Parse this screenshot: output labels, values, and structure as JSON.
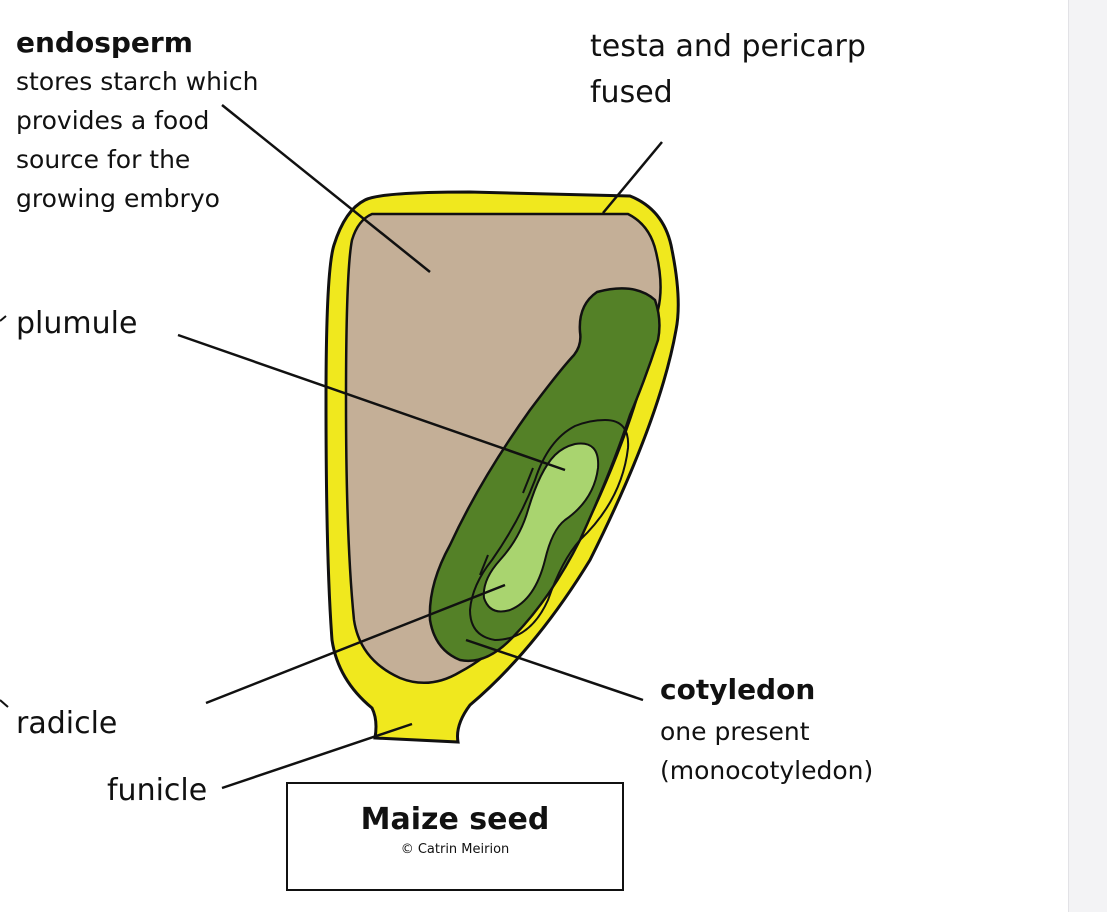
{
  "labels": {
    "endosperm": {
      "title": "endosperm",
      "description": "stores starch which\nprovides a food\nsource for the\ngrowing embryo"
    },
    "testa": "testa and pericarp\nfused",
    "plumule": "plumule",
    "radicle": "radicle",
    "funicle": "funicle",
    "cotyledon": {
      "title": "cotyledon",
      "description": "one present\n(monocotyledon)"
    }
  },
  "caption": {
    "title": "Maize seed",
    "credit": "© Catrin Meirion"
  },
  "colors": {
    "testa": "#f0e81e",
    "endosperm": "#c4af97",
    "cotyledon": "#548127",
    "embryo_inner": "#548127",
    "embryo_core": "#a9d46f",
    "outline": "#111111"
  }
}
